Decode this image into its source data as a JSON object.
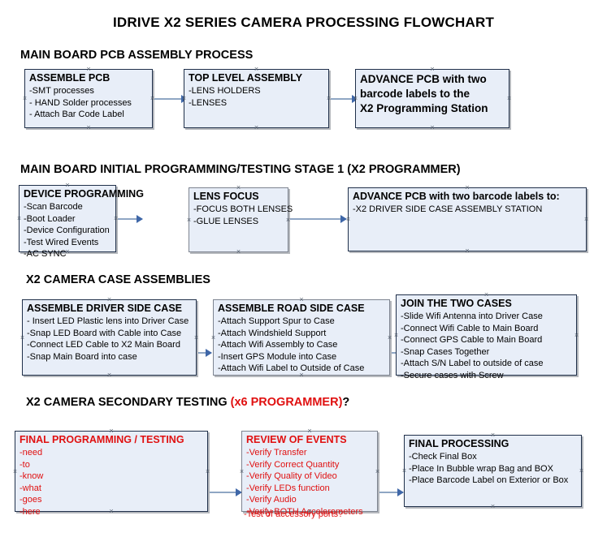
{
  "document": {
    "title": "IDRIVE X2  SERIES CAMERA PROCESSING FLOWCHART"
  },
  "colors": {
    "node_fill": "#e8eef8",
    "node_border": "#20304a",
    "node_border_gray": "#7d8490",
    "connector": "#8fa6c4",
    "arrowhead": "#3f67a8",
    "red_text": "#e01010",
    "black_text": "#000000"
  },
  "sections": [
    {
      "id": "main-board-pcb-assembly-process",
      "heading": "MAIN BOARD PCB ASSEMBLY PROCESS",
      "heading_accent": "",
      "heading_tail": "",
      "nodes": [
        {
          "id": "assemble-pcb",
          "title": "ASSEMBLE PCB",
          "lines": [
            "-SMT processes",
            "- HAND Solder processes",
            "- Attach Bar Code Label"
          ]
        },
        {
          "id": "top-level-assembly",
          "title": "TOP LEVEL ASSEMBLY",
          "lines": [
            "-LENS HOLDERS",
            "-LENSES"
          ]
        },
        {
          "id": "advance-pcb-to-x2-programming-station",
          "title": "ADVANCE PCB with two",
          "lines": [
            "barcode labels to the",
            " X2 Programming Station"
          ]
        }
      ]
    },
    {
      "id": "main-board-initial-programming-testing-stage-1",
      "heading": "MAIN BOARD INITIAL PROGRAMMING/TESTING STAGE 1 (X2 PROGRAMMER)",
      "heading_accent": "",
      "heading_tail": "",
      "nodes": [
        {
          "id": "device-programming",
          "title": "DEVICE PROGRAMMING",
          "lines": [
            "-Scan Barcode",
            "-Boot Loader",
            "-Device Configuration",
            "-Test Wired Events",
            "-AC SYNC"
          ]
        },
        {
          "id": "lens-focus",
          "title": "LENS FOCUS",
          "lines": [
            "-FOCUS BOTH LENSES",
            "-GLUE LENSES"
          ]
        },
        {
          "id": "advance-pcb-to-driver-side-case-assembly-station",
          "title": "ADVANCE PCB with two barcode labels to:",
          "lines": [
            "-X2 DRIVER  SIDE  CASE  ASSEMBLY STATION"
          ]
        }
      ]
    },
    {
      "id": "x2-camera-case-assemblies",
      "heading": "X2 CAMERA CASE ASSEMBLIES",
      "heading_accent": "",
      "heading_tail": "",
      "nodes": [
        {
          "id": "assemble-driver-side-case",
          "title": "ASSEMBLE DRIVER SIDE CASE",
          "lines": [
            "- Insert LED Plastic lens into Driver Case",
            "-Snap LED Board with Cable into Case",
            "-Connect LED Cable to X2 Main Board",
            "-Snap Main Board into case"
          ]
        },
        {
          "id": "assemble-road-side-case",
          "title": "ASSEMBLE ROAD SIDE CASE",
          "lines": [
            "-Attach Support Spur to Case",
            "-Attach Windshield Support",
            "-Attach Wifi Assembly to Case",
            "-Insert GPS Module into Case",
            "-Attach Wifi Label to Outside of Case"
          ]
        },
        {
          "id": "join-the-two-cases",
          "title": "JOIN THE TWO CASES",
          "lines": [
            "-Slide Wifi Antenna into Driver Case",
            "-Connect Wifi Cable to Main Board",
            "-Connect GPS Cable to Main Board",
            "-Snap Cases Together",
            "-Attach S/N Label to outside of case",
            "-Secure cases with Screw"
          ]
        }
      ]
    },
    {
      "id": "x2-camera-secondary-testing",
      "heading": "X2 CAMERA SECONDARY TESTING ",
      "heading_accent": "(x6 PROGRAMMER)",
      "heading_tail": "?",
      "nodes": [
        {
          "id": "final-programming-testing",
          "title": "FINAL PROGRAMMING / TESTING",
          "lines": [
            "-need",
            "-to",
            "-know",
            "-what",
            "-goes",
            "-here"
          ]
        },
        {
          "id": "review-of-events",
          "title": "REVIEW OF EVENTS",
          "lines": [
            "-Verify Transfer",
            "-Verify Correct Quantity",
            "-Verify Quality of Video",
            "-Verify LEDs function",
            "-Verify Audio",
            "-Verify BOTH Accelerometers"
          ],
          "overflow_line": "-Test of accessory ports?"
        },
        {
          "id": "final-processing",
          "title": "FINAL PROCESSING",
          "lines": [
            " -Check Final Box",
            "-Place In Bubble wrap Bag and BOX",
            "-Place Barcode Label on Exterior or Box"
          ]
        }
      ]
    }
  ]
}
